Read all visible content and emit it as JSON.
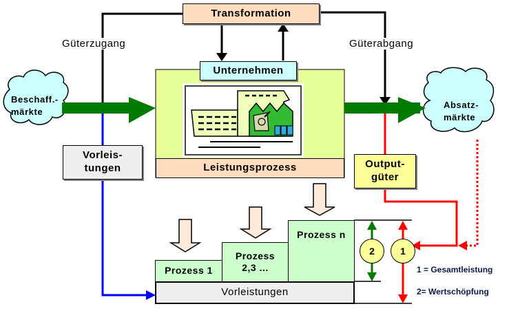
{
  "diagram": {
    "nodes": {
      "transformation": "Transformation",
      "unternehmen": "Unternehmen",
      "leistungsprozess": "Leistungsprozess",
      "beschaffungsmaerkte": [
        "Beschaff.-",
        "märkte"
      ],
      "absatzmaerkte": [
        "Absatz-",
        "märkte"
      ],
      "vorleistungen_box": [
        "Vorleis-",
        "tungen"
      ],
      "outputgueter": [
        "Output-",
        "güter"
      ],
      "prozess_1": "Prozess 1",
      "prozess_2": [
        "Prozess",
        "2,3 ..."
      ],
      "prozess_n": "Prozess n",
      "vorleistungen_bar": "Vorleistungen"
    },
    "edge_labels": {
      "gueterzugang": "Güterzugang",
      "gueterabgang": "Güterabgang"
    },
    "markers": {
      "circle_1": "1",
      "circle_2": "2"
    },
    "legend": [
      "1 = Gesamtleistung",
      "2= Wertschöpfung"
    ],
    "colors": {
      "flow_green": "#007a00",
      "output_red": "#ff0000",
      "input_blue": "#0000ff",
      "cloud_fill": "#ccffff",
      "company_fill": "#e6ff99",
      "transformation_fill": "#ffdcbe",
      "process_fill": "#ccffcc",
      "output_fill": "#ffff99",
      "grey_fill": "#efefef"
    }
  }
}
